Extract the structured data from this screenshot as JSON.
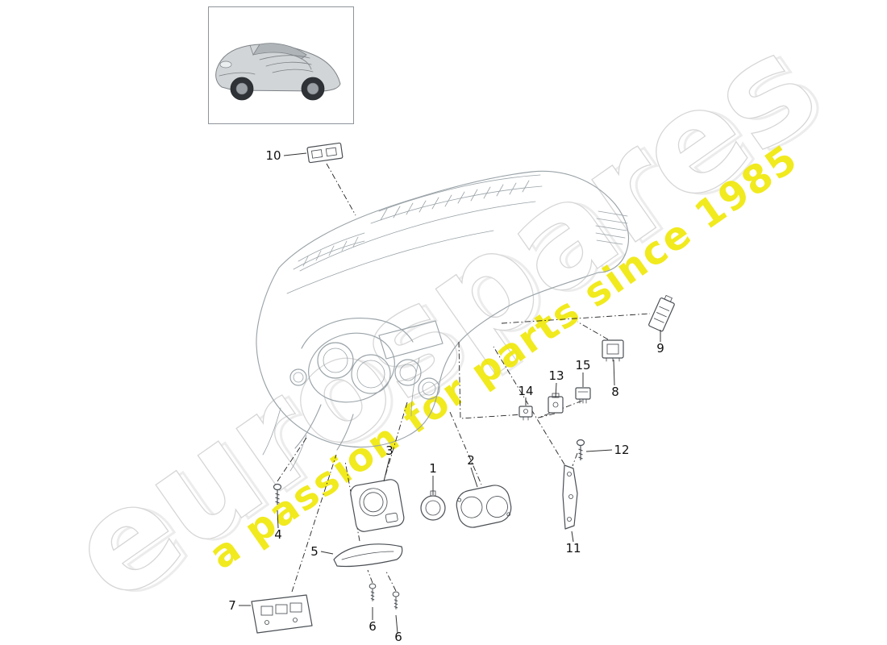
{
  "watermark": {
    "brand": "eurospares",
    "tagline": "a passion for parts since 1985"
  },
  "colors": {
    "watermark_outline": "#d6d6d6",
    "watermark_outline_light": "#ececec",
    "tagline": "#f0e800",
    "line_art": "#9aa3a8",
    "part_stroke": "#4a4f54",
    "leader": "#222222",
    "label": "#111111"
  },
  "parts": [
    {
      "label": "10"
    },
    {
      "label": "9"
    },
    {
      "label": "8"
    },
    {
      "label": "13"
    },
    {
      "label": "14"
    },
    {
      "label": "15"
    },
    {
      "label": "12"
    },
    {
      "label": "11"
    },
    {
      "label": "1"
    },
    {
      "label": "2"
    },
    {
      "label": "3"
    },
    {
      "label": "4"
    },
    {
      "label": "5"
    },
    {
      "label": "6"
    },
    {
      "label": "6"
    },
    {
      "label": "7"
    }
  ]
}
